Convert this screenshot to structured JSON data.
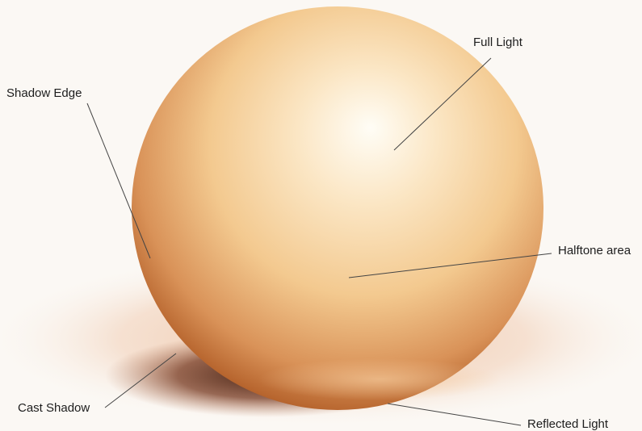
{
  "labels": {
    "full_light": "Full Light",
    "shadow_edge": "Shadow Edge",
    "halftone_area": "Halftone area",
    "cast_shadow": "Cast Shadow",
    "reflected_light": "Reflected Light"
  },
  "colors": {
    "paper": "#fbf8f4",
    "highlight": "#fffdf6",
    "halftone": "#f3c98f",
    "shadow": "#b7652e",
    "core_shadow": "#6e3018",
    "cast_shadow": "#3e1d10",
    "ground_tint": "#e9b48f",
    "leader_line": "#444444"
  }
}
